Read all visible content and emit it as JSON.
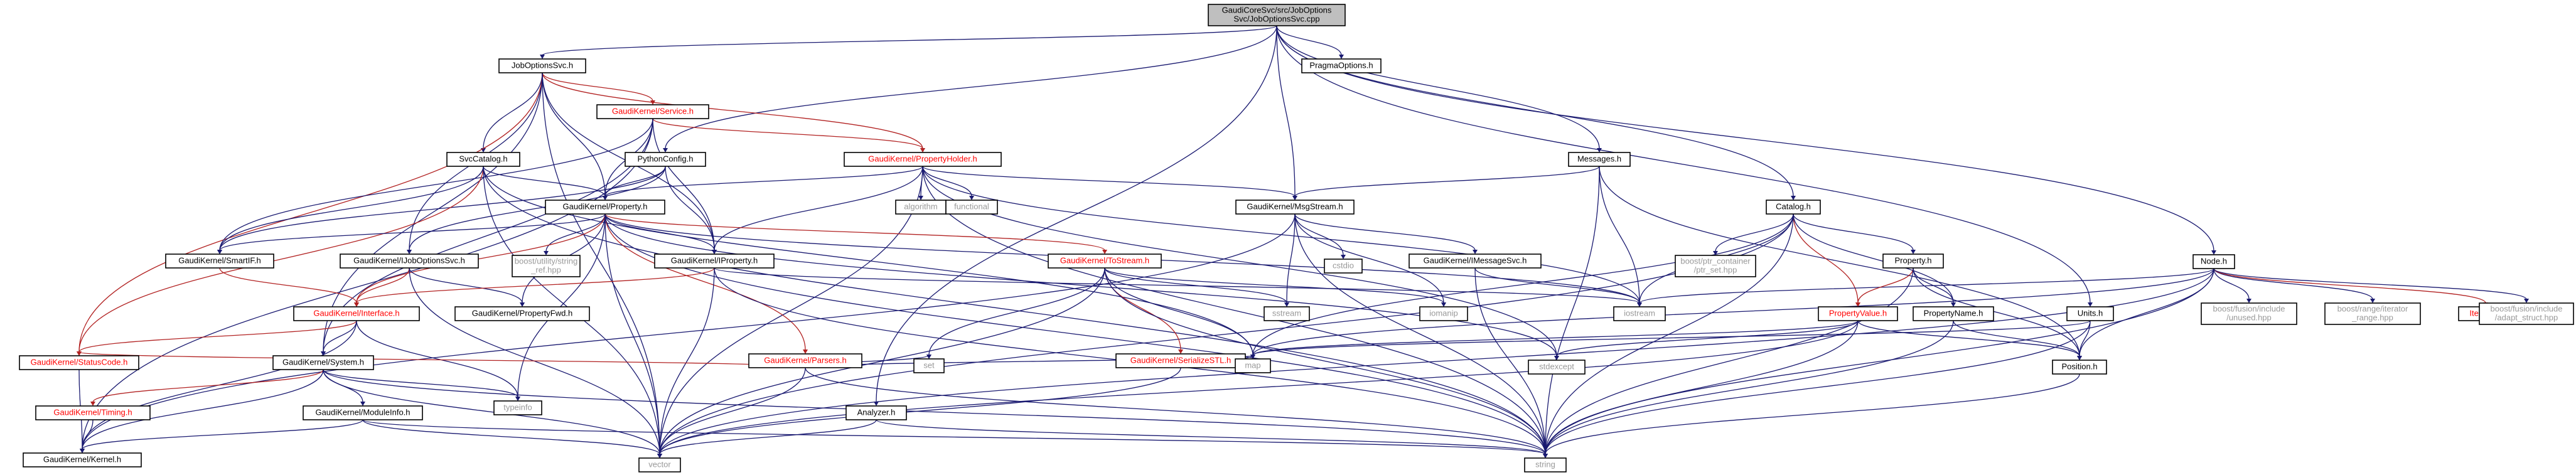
{
  "colors": {
    "edge_default": "#191970",
    "edge_inherit": "#006400",
    "edge_red": "#b22222",
    "link_red": "#ff0000",
    "external_border": "#bfbfbf",
    "external_text": "#999999",
    "root_fill": "#bfbfbf",
    "node_fill": "#ffffff"
  },
  "nodes": [
    {
      "id": "root",
      "lines": [
        "GaudiCoreSvc/src/JobOptions",
        "Svc/JobOptionsSvc.cpp"
      ],
      "kind": "root"
    },
    {
      "id": "jobsvc",
      "lines": [
        "JobOptionsSvc.h"
      ],
      "kind": "normal"
    },
    {
      "id": "pragma",
      "lines": [
        "PragmaOptions.h"
      ],
      "kind": "normal"
    },
    {
      "id": "service",
      "lines": [
        "GaudiKernel/Service.h"
      ],
      "kind": "red"
    },
    {
      "id": "propholder",
      "lines": [
        "GaudiKernel/PropertyHolder.h"
      ],
      "kind": "red"
    },
    {
      "id": "pyconfig",
      "lines": [
        "PythonConfig.h"
      ],
      "kind": "normal"
    },
    {
      "id": "messages",
      "lines": [
        "Messages.h"
      ],
      "kind": "normal"
    },
    {
      "id": "svccatalog",
      "lines": [
        "SvcCatalog.h"
      ],
      "kind": "normal"
    },
    {
      "id": "property",
      "lines": [
        "GaudiKernel/Property.h"
      ],
      "kind": "normal"
    },
    {
      "id": "algorithm",
      "lines": [
        "algorithm"
      ],
      "kind": "external"
    },
    {
      "id": "functional",
      "lines": [
        "functional"
      ],
      "kind": "external"
    },
    {
      "id": "msgstream",
      "lines": [
        "GaudiKernel/MsgStream.h"
      ],
      "kind": "normal"
    },
    {
      "id": "catalog",
      "lines": [
        "Catalog.h"
      ],
      "kind": "normal"
    },
    {
      "id": "node",
      "lines": [
        "Node.h"
      ],
      "kind": "normal"
    },
    {
      "id": "smartif",
      "lines": [
        "GaudiKernel/SmartIF.h"
      ],
      "kind": "normal"
    },
    {
      "id": "ijobsvc",
      "lines": [
        "GaudiKernel/IJobOptionsSvc.h"
      ],
      "kind": "normal"
    },
    {
      "id": "boostutil",
      "lines": [
        "boost/utility/string",
        "_ref.hpp"
      ],
      "kind": "external"
    },
    {
      "id": "iproperty",
      "lines": [
        "GaudiKernel/IProperty.h"
      ],
      "kind": "normal"
    },
    {
      "id": "tostream",
      "lines": [
        "GaudiKernel/ToStream.h"
      ],
      "kind": "red"
    },
    {
      "id": "cstdio",
      "lines": [
        "cstdio"
      ],
      "kind": "external"
    },
    {
      "id": "imsgsvc",
      "lines": [
        "GaudiKernel/IMessageSvc.h"
      ],
      "kind": "normal"
    },
    {
      "id": "boostptr",
      "lines": [
        "boost/ptr_container",
        "/ptr_set.hpp"
      ],
      "kind": "external"
    },
    {
      "id": "propertyh",
      "lines": [
        "Property.h"
      ],
      "kind": "normal"
    },
    {
      "id": "iostream",
      "lines": [
        "iostream"
      ],
      "kind": "external"
    },
    {
      "id": "boostunused",
      "lines": [
        "boost/fusion/include",
        "/unused.hpp"
      ],
      "kind": "external"
    },
    {
      "id": "boostiter",
      "lines": [
        "boost/range/iterator",
        "_range.hpp"
      ],
      "kind": "external"
    },
    {
      "id": "iteratorh",
      "lines": [
        "Iterator.h"
      ],
      "kind": "red"
    },
    {
      "id": "boostadapt",
      "lines": [
        "boost/fusion/include",
        "/adapt_struct.hpp"
      ],
      "kind": "external"
    },
    {
      "id": "interface",
      "lines": [
        "GaudiKernel/Interface.h"
      ],
      "kind": "red"
    },
    {
      "id": "propfwd",
      "lines": [
        "GaudiKernel/PropertyFwd.h"
      ],
      "kind": "normal"
    },
    {
      "id": "parsers",
      "lines": [
        "GaudiKernel/Parsers.h"
      ],
      "kind": "red"
    },
    {
      "id": "sstream",
      "lines": [
        "sstream"
      ],
      "kind": "external"
    },
    {
      "id": "serializestl",
      "lines": [
        "GaudiKernel/SerializeSTL.h"
      ],
      "kind": "red"
    },
    {
      "id": "iomanip",
      "lines": [
        "iomanip"
      ],
      "kind": "external"
    },
    {
      "id": "propvalue",
      "lines": [
        "PropertyValue.h"
      ],
      "kind": "red"
    },
    {
      "id": "propname",
      "lines": [
        "PropertyName.h"
      ],
      "kind": "normal"
    },
    {
      "id": "units",
      "lines": [
        "Units.h"
      ],
      "kind": "normal"
    },
    {
      "id": "statuscode",
      "lines": [
        "GaudiKernel/StatusCode.h"
      ],
      "kind": "red"
    },
    {
      "id": "system",
      "lines": [
        "GaudiKernel/System.h"
      ],
      "kind": "normal"
    },
    {
      "id": "set",
      "lines": [
        "set"
      ],
      "kind": "external"
    },
    {
      "id": "map",
      "lines": [
        "map"
      ],
      "kind": "external"
    },
    {
      "id": "stdexcept",
      "lines": [
        "stdexcept"
      ],
      "kind": "external"
    },
    {
      "id": "position",
      "lines": [
        "Position.h"
      ],
      "kind": "normal"
    },
    {
      "id": "typeinfo",
      "lines": [
        "typeinfo"
      ],
      "kind": "external"
    },
    {
      "id": "timing",
      "lines": [
        "GaudiKernel/Timing.h"
      ],
      "kind": "red"
    },
    {
      "id": "moduleinfo",
      "lines": [
        "GaudiKernel/ModuleInfo.h"
      ],
      "kind": "normal"
    },
    {
      "id": "analyzer",
      "lines": [
        "Analyzer.h"
      ],
      "kind": "normal"
    },
    {
      "id": "kernel",
      "lines": [
        "GaudiKernel/Kernel.h"
      ],
      "kind": "normal"
    },
    {
      "id": "vector",
      "lines": [
        "vector"
      ],
      "kind": "external"
    },
    {
      "id": "string",
      "lines": [
        "string"
      ],
      "kind": "external"
    }
  ],
  "edges": [
    [
      "root",
      "jobsvc"
    ],
    [
      "root",
      "pragma"
    ],
    [
      "root",
      "pyconfig"
    ],
    [
      "root",
      "messages"
    ],
    [
      "root",
      "catalog"
    ],
    [
      "root",
      "node"
    ],
    [
      "root",
      "units"
    ],
    [
      "root",
      "analyzer"
    ],
    [
      "root",
      "msgstream"
    ],
    [
      "jobsvc",
      "service"
    ],
    [
      "jobsvc",
      "propholder"
    ],
    [
      "jobsvc",
      "svccatalog"
    ],
    [
      "jobsvc",
      "property"
    ],
    [
      "jobsvc",
      "iproperty"
    ],
    [
      "jobsvc",
      "ijobsvc"
    ],
    [
      "jobsvc",
      "statuscode"
    ],
    [
      "jobsvc",
      "vector"
    ],
    [
      "jobsvc",
      "system"
    ],
    [
      "service",
      "propholder"
    ],
    [
      "service",
      "property"
    ],
    [
      "service",
      "iproperty"
    ],
    [
      "service",
      "smartif"
    ],
    [
      "service",
      "system"
    ],
    [
      "service",
      "kernel"
    ],
    [
      "propholder",
      "property"
    ],
    [
      "propholder",
      "iproperty"
    ],
    [
      "propholder",
      "msgstream"
    ],
    [
      "propholder",
      "algorithm"
    ],
    [
      "propholder",
      "functional"
    ],
    [
      "propholder",
      "string"
    ],
    [
      "propholder",
      "vector"
    ],
    [
      "propholder",
      "iostream"
    ],
    [
      "propholder",
      "stdexcept"
    ],
    [
      "pyconfig",
      "property"
    ],
    [
      "pyconfig",
      "iproperty"
    ],
    [
      "pyconfig",
      "ijobsvc"
    ],
    [
      "pyconfig",
      "smartif"
    ],
    [
      "messages",
      "msgstream"
    ],
    [
      "messages",
      "position"
    ],
    [
      "messages",
      "string"
    ],
    [
      "messages",
      "iostream"
    ],
    [
      "svccatalog",
      "property"
    ],
    [
      "svccatalog",
      "statuscode"
    ],
    [
      "svccatalog",
      "vector"
    ],
    [
      "svccatalog",
      "map"
    ],
    [
      "svccatalog",
      "smartif"
    ],
    [
      "svccatalog",
      "string"
    ],
    [
      "property",
      "iproperty"
    ],
    [
      "property",
      "tostream"
    ],
    [
      "property",
      "parsers"
    ],
    [
      "property",
      "boostutil"
    ],
    [
      "property",
      "smartif"
    ],
    [
      "property",
      "propfwd"
    ],
    [
      "property",
      "interface"
    ],
    [
      "property",
      "string"
    ],
    [
      "property",
      "vector"
    ],
    [
      "property",
      "typeinfo"
    ],
    [
      "property",
      "stdexcept"
    ],
    [
      "property",
      "iostream"
    ],
    [
      "msgstream",
      "imsgsvc"
    ],
    [
      "msgstream",
      "cstdio"
    ],
    [
      "msgstream",
      "string"
    ],
    [
      "msgstream",
      "iomanip"
    ],
    [
      "msgstream",
      "sstream"
    ],
    [
      "msgstream",
      "kernel"
    ],
    [
      "catalog",
      "propvalue"
    ],
    [
      "catalog",
      "propertyh"
    ],
    [
      "catalog",
      "propname"
    ],
    [
      "catalog",
      "boostptr"
    ],
    [
      "catalog",
      "iostream"
    ],
    [
      "catalog",
      "string"
    ],
    [
      "catalog",
      "map"
    ],
    [
      "catalog",
      "vector"
    ],
    [
      "node",
      "iostream"
    ],
    [
      "node",
      "boostunused"
    ],
    [
      "node",
      "boostiter"
    ],
    [
      "node",
      "iteratorh"
    ],
    [
      "node",
      "boostadapt"
    ],
    [
      "node",
      "string"
    ],
    [
      "node",
      "vector"
    ],
    [
      "node",
      "position"
    ],
    [
      "node",
      "map"
    ],
    [
      "smartif",
      "interface"
    ],
    [
      "ijobsvc",
      "interface"
    ],
    [
      "ijobsvc",
      "vector"
    ],
    [
      "ijobsvc",
      "propfwd"
    ],
    [
      "iproperty",
      "interface"
    ],
    [
      "iproperty",
      "string"
    ],
    [
      "iproperty",
      "iostream"
    ],
    [
      "iproperty",
      "vector"
    ],
    [
      "tostream",
      "serializestl"
    ],
    [
      "tostream",
      "set"
    ],
    [
      "tostream",
      "map"
    ],
    [
      "tostream",
      "sstream"
    ],
    [
      "tostream",
      "iomanip"
    ],
    [
      "tostream",
      "string"
    ],
    [
      "tostream",
      "vector"
    ],
    [
      "imsgsvc",
      "iostream"
    ],
    [
      "imsgsvc",
      "string"
    ],
    [
      "propertyh",
      "propvalue"
    ],
    [
      "propertyh",
      "propname"
    ],
    [
      "propertyh",
      "position"
    ],
    [
      "propertyh",
      "string"
    ],
    [
      "propvalue",
      "map"
    ],
    [
      "propvalue",
      "vector"
    ],
    [
      "propvalue",
      "string"
    ],
    [
      "propvalue",
      "stdexcept"
    ],
    [
      "propvalue",
      "position"
    ],
    [
      "propname",
      "position"
    ],
    [
      "propname",
      "string"
    ],
    [
      "units",
      "position"
    ],
    [
      "units",
      "map"
    ],
    [
      "units",
      "string"
    ],
    [
      "interface",
      "system"
    ],
    [
      "interface",
      "statuscode"
    ],
    [
      "interface",
      "typeinfo"
    ],
    [
      "interface",
      "kernel"
    ],
    [
      "parsers",
      "set"
    ],
    [
      "parsers",
      "map"
    ],
    [
      "parsers",
      "string"
    ],
    [
      "parsers",
      "vector"
    ],
    [
      "parsers",
      "statuscode"
    ],
    [
      "serializestl",
      "map"
    ],
    [
      "serializestl",
      "vector"
    ],
    [
      "statuscode",
      "kernel"
    ],
    [
      "system",
      "timing"
    ],
    [
      "system",
      "moduleinfo"
    ],
    [
      "system",
      "kernel"
    ],
    [
      "system",
      "typeinfo"
    ],
    [
      "system",
      "vector"
    ],
    [
      "system",
      "string"
    ],
    [
      "timing",
      "kernel"
    ],
    [
      "moduleinfo",
      "kernel"
    ],
    [
      "moduleinfo",
      "string"
    ],
    [
      "moduleinfo",
      "vector"
    ],
    [
      "analyzer",
      "vector"
    ],
    [
      "analyzer",
      "string"
    ],
    [
      "position",
      "string"
    ]
  ]
}
